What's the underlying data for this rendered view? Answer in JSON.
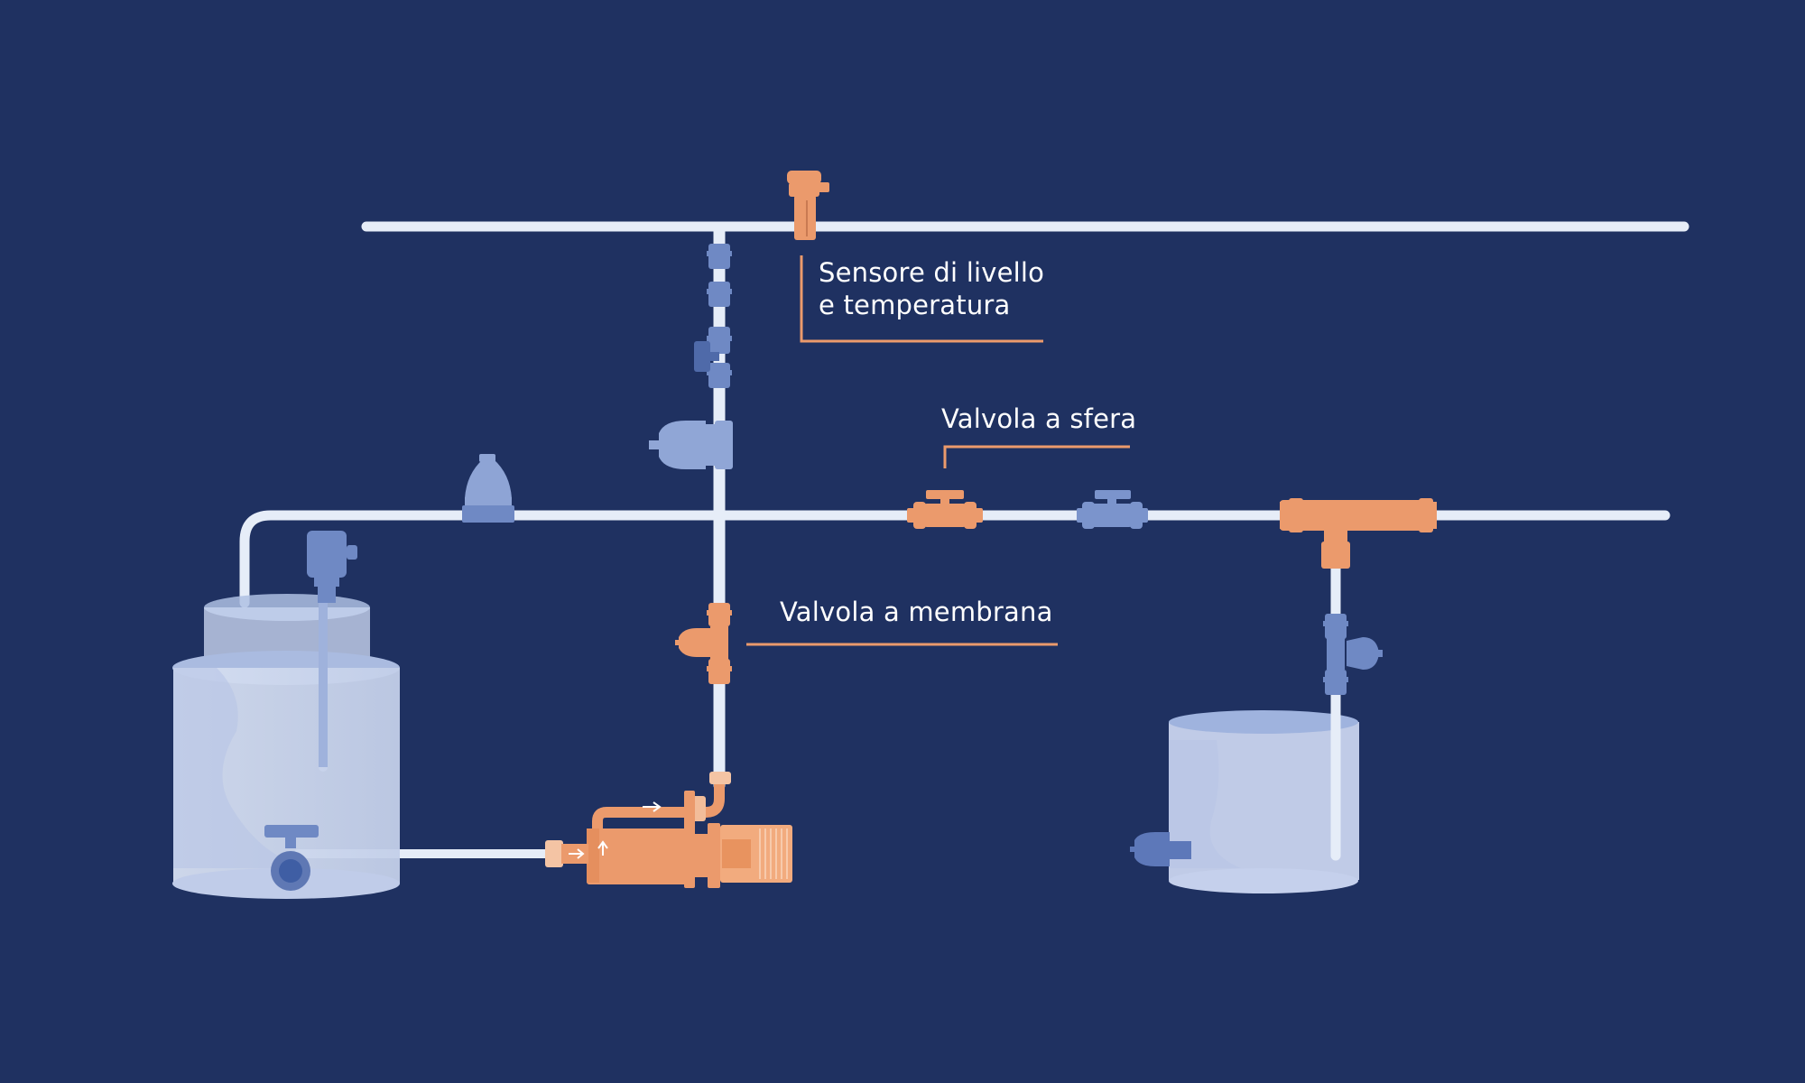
{
  "labels": {
    "level_temp_sensor": {
      "line1": "Sensore di livello",
      "line2": "e temperatura"
    },
    "ball_valve": "Valvola a sfera",
    "membrane_valve": "Valvola a membrana"
  },
  "colors": {
    "background": "#1f3161",
    "pipe": "#e4ecf8",
    "highlight_component": "#eb9a6c",
    "secondary_component": "#6f89c4",
    "tank_fill": "#cfd9ee",
    "callout_line": "#eb9a6c",
    "label_text": "#ffffff"
  }
}
